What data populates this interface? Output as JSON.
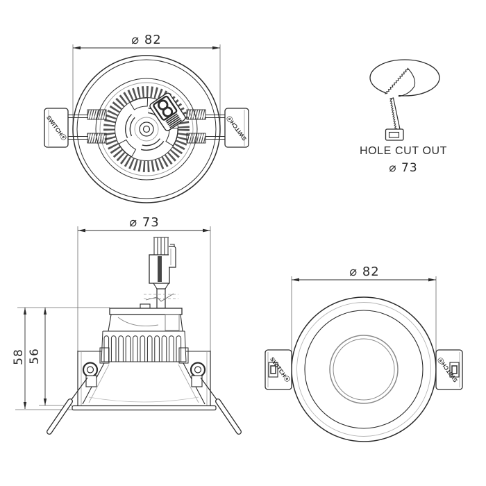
{
  "page": {
    "background": "#ffffff",
    "line_color": "#2b2b2b",
    "light_line_color": "#999999"
  },
  "top_view": {
    "dimension_diameter": "⌀ 82",
    "tab_label_left": "SWITCHⓔ",
    "tab_label_right": "SWITCHⓔ"
  },
  "hole_cutout": {
    "caption": "HOLE CUT OUT",
    "diameter": "⌀ 73"
  },
  "side_view": {
    "dimension_diameter": "⌀ 73",
    "dimension_height_total": "58",
    "dimension_height_recess": "56"
  },
  "front_view": {
    "dimension_diameter": "⌀ 82",
    "tab_label_left": "SWITCHⓔ",
    "tab_label_right": "SWITCHⓔ"
  }
}
